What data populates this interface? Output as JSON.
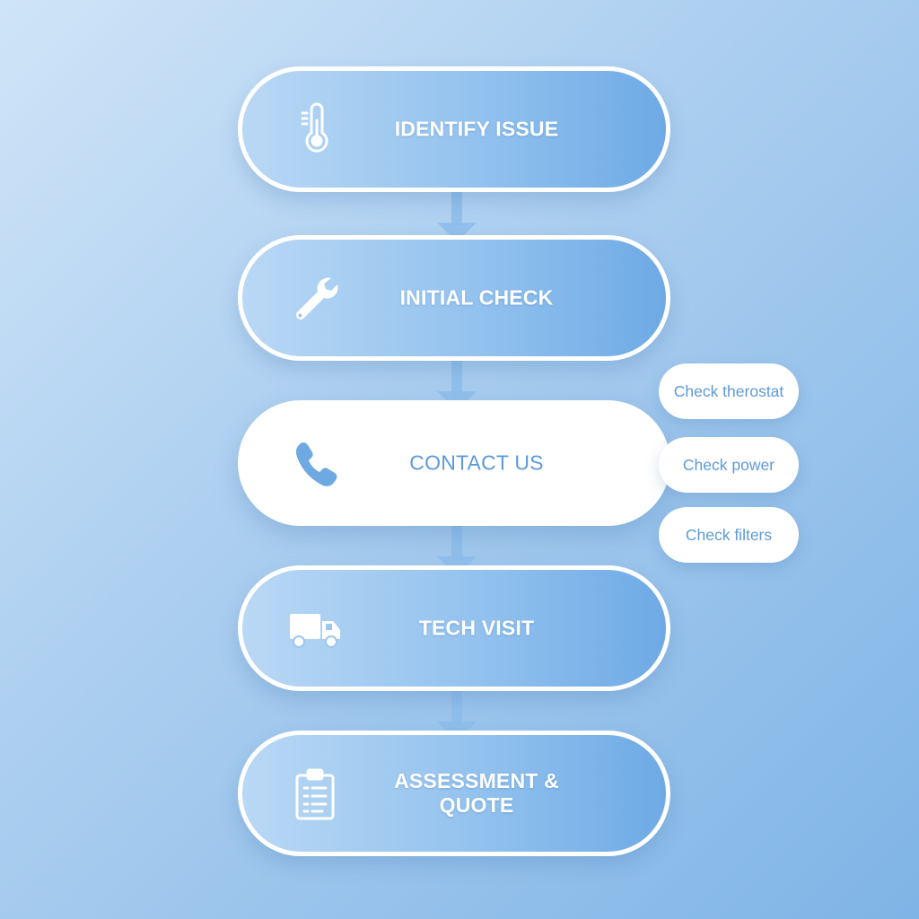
{
  "steps": [
    {
      "label": "IDENTIFY ISSUE",
      "icon": "thermometer-icon"
    },
    {
      "label": "INITIAL CHECK",
      "icon": "wrench-icon"
    },
    {
      "label": "CONTACT US",
      "icon": "phone-icon",
      "highlighted": true
    },
    {
      "label": "TECH VISIT",
      "icon": "truck-icon"
    },
    {
      "label": "ASSESSMENT & QUOTE",
      "icon": "clipboard-icon"
    }
  ],
  "checks": [
    {
      "label": "Check therostat"
    },
    {
      "label": "Check power"
    },
    {
      "label": "Check filters"
    }
  ],
  "colors": {
    "accent": "#5d9ad8",
    "pill_gradient_start": "#b9d8f5",
    "pill_gradient_end": "#6eaae6",
    "connector": "#8ebdea"
  }
}
